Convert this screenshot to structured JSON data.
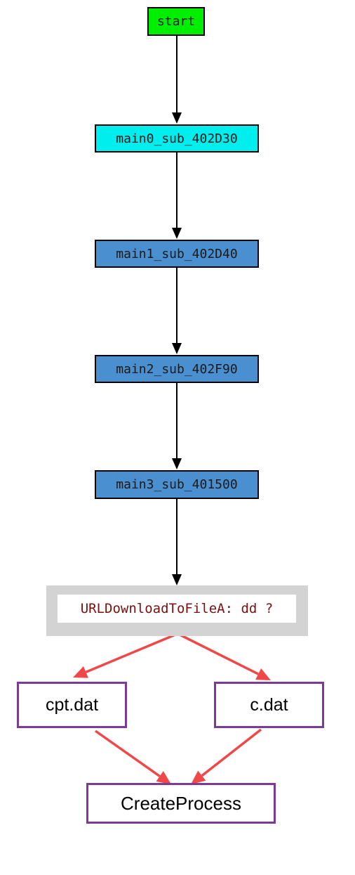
{
  "diagram": {
    "nodes": {
      "start": "start",
      "main0": "main0_sub_402D30",
      "main1": "main1_sub_402D40",
      "main2": "main2_sub_402F90",
      "main3": "main3_sub_401500",
      "url_download": "URLDownloadToFileA: dd ?",
      "cpt_dat": "cpt.dat",
      "c_dat": "c.dat",
      "create_process": "CreateProcess"
    },
    "edges": [
      {
        "from": "start",
        "to": "main0",
        "color": "#000000"
      },
      {
        "from": "main0",
        "to": "main1",
        "color": "#000000"
      },
      {
        "from": "main1",
        "to": "main2",
        "color": "#000000"
      },
      {
        "from": "main2",
        "to": "main3",
        "color": "#000000"
      },
      {
        "from": "main3",
        "to": "url_download",
        "color": "#000000"
      },
      {
        "from": "url_download",
        "to": "cpt_dat",
        "color": "#f04848"
      },
      {
        "from": "url_download",
        "to": "c_dat",
        "color": "#f04848"
      },
      {
        "from": "cpt_dat",
        "to": "create_process",
        "color": "#f04848"
      },
      {
        "from": "c_dat",
        "to": "create_process",
        "color": "#f04848"
      }
    ],
    "colors": {
      "start_fill": "#00ee00",
      "main0_fill": "#00eeee",
      "call_fill": "#4a90d0",
      "api_frame": "#d3d3d3",
      "api_text": "#7a1010",
      "artifact_border": "#7b3a96",
      "flow_arrow": "#000000",
      "highlight_arrow": "#f04848"
    }
  }
}
